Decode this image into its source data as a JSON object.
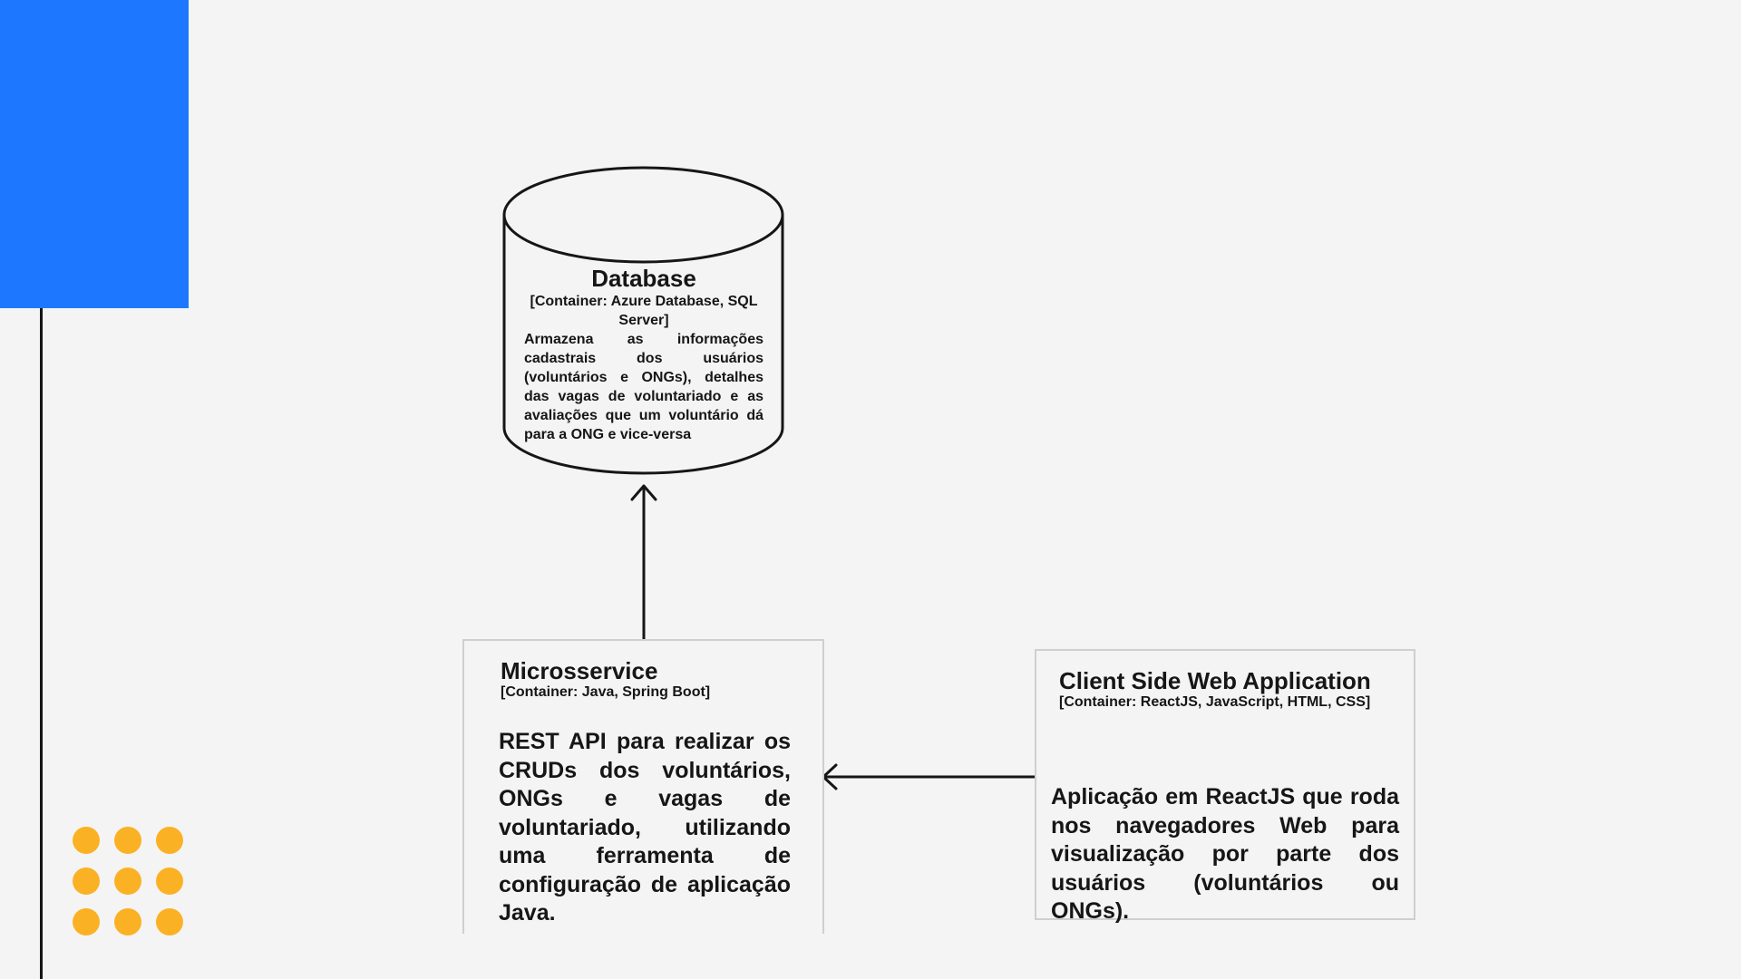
{
  "colors": {
    "background": "#f4f4f4",
    "accent_blue": "#1e78ff",
    "accent_yellow": "#fbb124",
    "ink": "#161616",
    "box_border": "#cfcfcf"
  },
  "decorations": {
    "dot_count": 9
  },
  "database": {
    "icon": "database-cylinder-icon",
    "title": "Database",
    "technology": "[Container: Azure Database, SQL Server]",
    "description": "Armazena as informações cadastrais dos usuários (voluntários e ONGs), detalhes das vagas de voluntariado e as avaliações que um voluntário dá para a ONG e vice-versa"
  },
  "microservice": {
    "title": "Microsserviсe",
    "technology": "[Container: Java, Spring Boot]",
    "description": "REST API para realizar os CRUDs dos voluntários, ONGs e vagas de voluntariado, utilizando uma ferramenta de configuração de aplicação Java."
  },
  "client_app": {
    "title": "Client Side Web Application",
    "technology": "[Container: ReactJS, JavaScript, HTML, CSS]",
    "description": "Aplicação em ReactJS que roda nos navegadores Web para visualização por parte dos usuários (voluntários ou ONGs)."
  },
  "connections": [
    {
      "from": "microservice",
      "to": "database",
      "arrow": "open-arrow-up-icon"
    },
    {
      "from": "client_app",
      "to": "microservice",
      "arrow": "open-arrow-left-icon"
    }
  ]
}
